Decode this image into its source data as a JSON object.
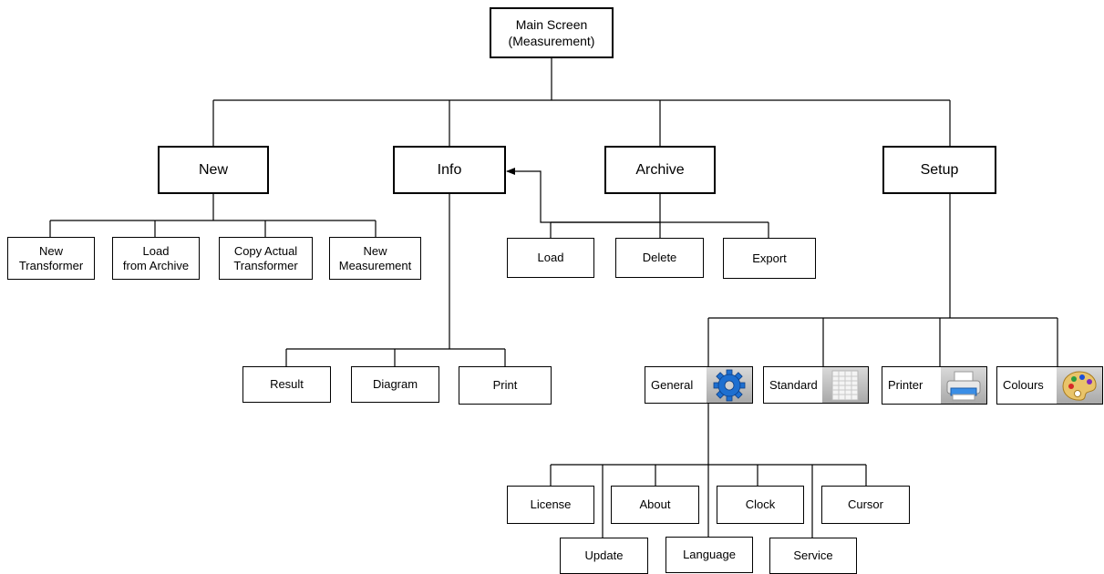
{
  "root": {
    "label": "Main Screen\n(Measurement)"
  },
  "main_menu": [
    {
      "id": "new",
      "label": "New"
    },
    {
      "id": "info",
      "label": "Info"
    },
    {
      "id": "archive",
      "label": "Archive"
    },
    {
      "id": "setup",
      "label": "Setup"
    }
  ],
  "new_menu": [
    {
      "label": "New\nTransformer"
    },
    {
      "label": "Load\nfrom Archive"
    },
    {
      "label": "Copy Actual\nTransformer"
    },
    {
      "label": "New\nMeasurement"
    }
  ],
  "info_menu": [
    {
      "label": "Result"
    },
    {
      "label": "Diagram"
    },
    {
      "label": "Print"
    }
  ],
  "archive_menu": [
    {
      "label": "Load"
    },
    {
      "label": "Delete"
    },
    {
      "label": "Export"
    }
  ],
  "setup_menu": [
    {
      "label": "General",
      "icon": "gear-icon"
    },
    {
      "label": "Standard",
      "icon": "grid-sheet-icon"
    },
    {
      "label": "Printer",
      "icon": "printer-icon"
    },
    {
      "label": "Colours",
      "icon": "palette-icon"
    }
  ],
  "general_menu": [
    {
      "label": "License"
    },
    {
      "label": "Update"
    },
    {
      "label": "About"
    },
    {
      "label": "Language"
    },
    {
      "label": "Clock"
    },
    {
      "label": "Service"
    },
    {
      "label": "Cursor"
    }
  ]
}
